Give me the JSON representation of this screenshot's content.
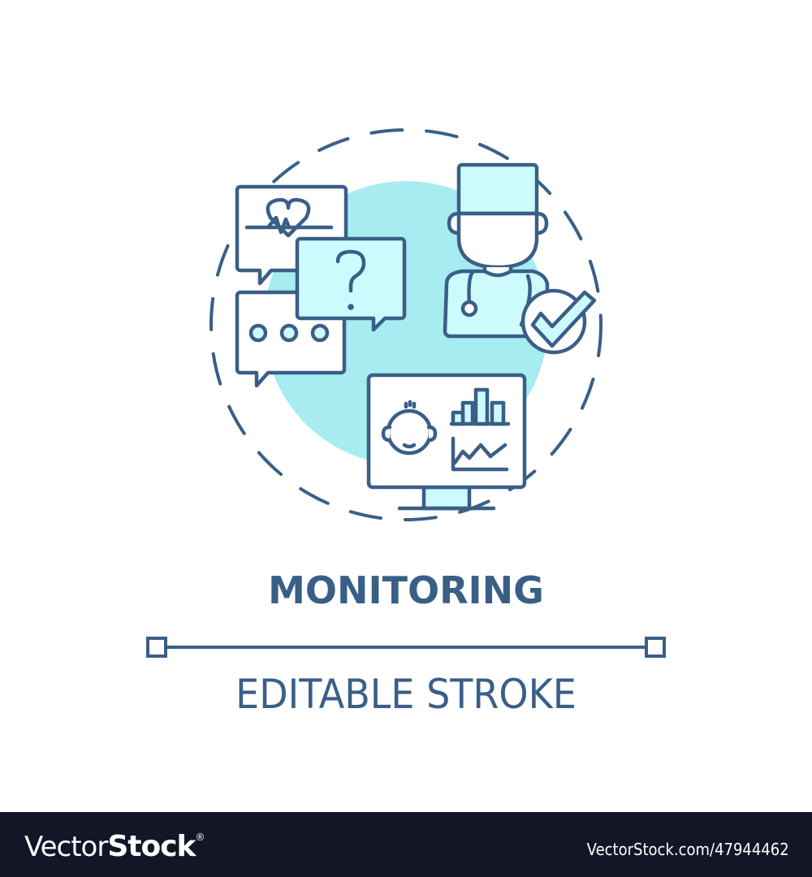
{
  "illustration": {
    "concept": "monitoring",
    "elements": [
      "dashed-circle",
      "cyan-circle",
      "heartbeat-bubble",
      "question-bubble",
      "typing-bubble",
      "doctor",
      "check-badge",
      "monitor-with-baby-and-charts"
    ]
  },
  "title": "MONITORING",
  "subtitle": "EDITABLE STROKE",
  "colors": {
    "stroke": "#3a5f87",
    "fill_light": "#cdfbfd",
    "circle": "#a6ecf1",
    "footer_bg": "#131627"
  },
  "footer": {
    "logo_light": "Vector",
    "logo_bold": "Stock",
    "logo_mark": "®",
    "image_id": "VectorStock.com/47944462"
  }
}
